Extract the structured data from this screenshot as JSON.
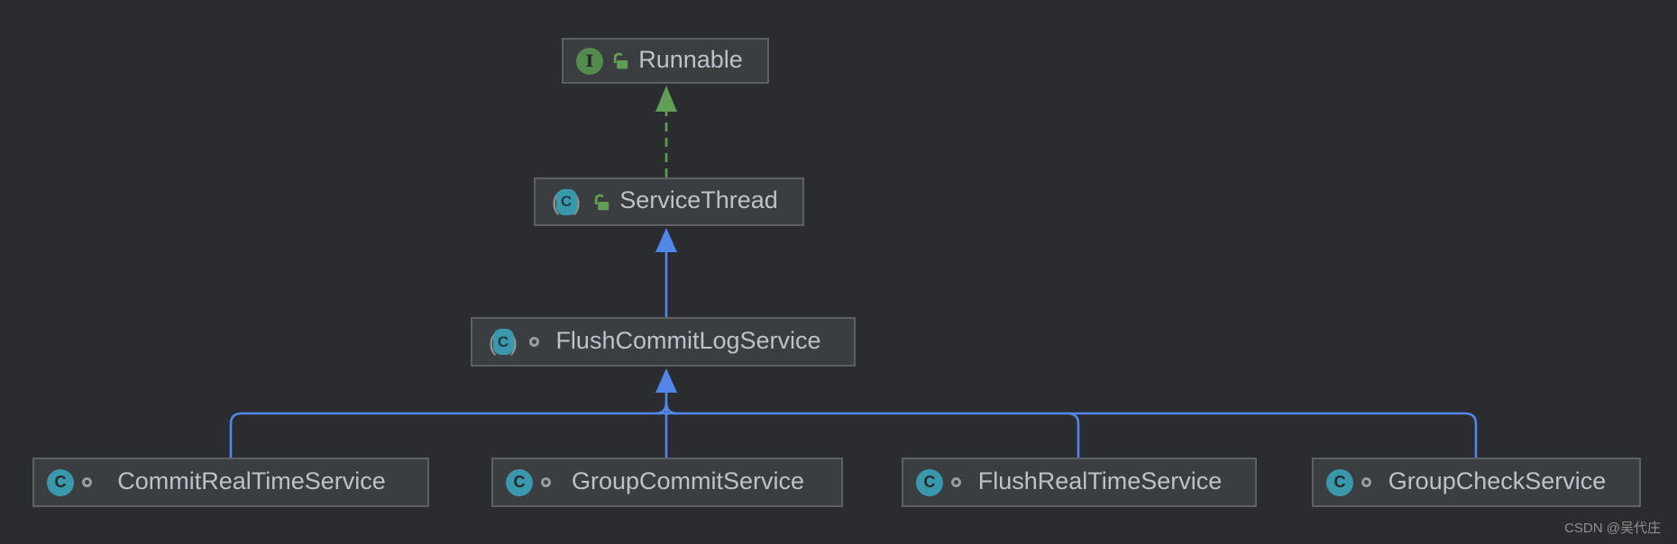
{
  "diagram": {
    "tool_context": "UML class diagram",
    "nodes": {
      "runnable": {
        "label": "Runnable",
        "kind": "interface",
        "visibility": "public"
      },
      "servicethread": {
        "label": "ServiceThread",
        "kind": "abstract-class",
        "visibility": "public"
      },
      "flushcommitlog": {
        "label": "FlushCommitLogService",
        "kind": "abstract-class",
        "visibility": "package-private"
      },
      "commitrealtime": {
        "label": "CommitRealTimeService",
        "kind": "class",
        "visibility": "package-private"
      },
      "groupcommit": {
        "label": "GroupCommitService",
        "kind": "class",
        "visibility": "package-private"
      },
      "flushrealtime": {
        "label": "FlushRealTimeService",
        "kind": "class",
        "visibility": "package-private"
      },
      "groupcheck": {
        "label": "GroupCheckService",
        "kind": "class",
        "visibility": "package-private"
      }
    },
    "edges": [
      {
        "from": "ServiceThread",
        "to": "Runnable",
        "relation": "implements",
        "line": "dashed",
        "color": "#5f9e54"
      },
      {
        "from": "FlushCommitLogService",
        "to": "ServiceThread",
        "relation": "extends",
        "line": "solid",
        "color": "#5286e8"
      },
      {
        "from": "CommitRealTimeService",
        "to": "FlushCommitLogService",
        "relation": "extends",
        "line": "solid",
        "color": "#5286e8"
      },
      {
        "from": "GroupCommitService",
        "to": "FlushCommitLogService",
        "relation": "extends",
        "line": "solid",
        "color": "#5286e8"
      },
      {
        "from": "FlushRealTimeService",
        "to": "FlushCommitLogService",
        "relation": "extends",
        "line": "solid",
        "color": "#5286e8"
      },
      {
        "from": "GroupCheckService",
        "to": "FlushCommitLogService",
        "relation": "extends",
        "line": "solid",
        "color": "#5286e8"
      }
    ],
    "colors": {
      "background": "#2a2c2f",
      "node_fill": "#3b3e41",
      "node_border": "#5d6062",
      "node_text": "#bdc1c8",
      "extends_edge": "#5286e8",
      "implements_edge": "#5f9e54",
      "interface_icon": "#548a4e",
      "class_icon": "#3a98ac",
      "lock_icon": "#5f9e54",
      "ring_icon": "#969da1"
    }
  },
  "icon_glyphs": {
    "interface": "I",
    "class": "C",
    "paren_left": "(",
    "paren_right": ")"
  },
  "watermark": "CSDN @吴代庄"
}
